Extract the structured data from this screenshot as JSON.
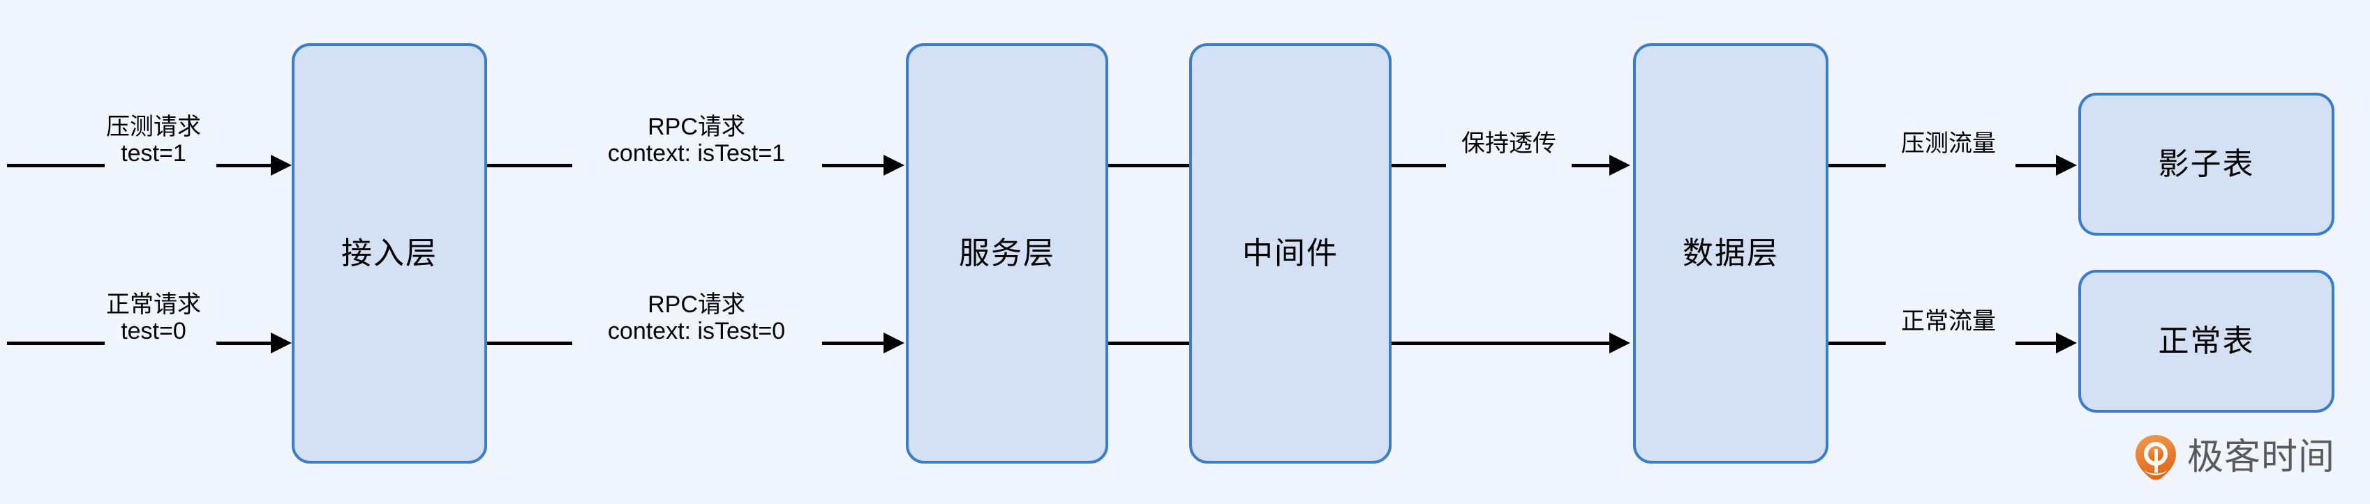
{
  "canvas": {
    "background_color": "#f0f5fe",
    "node_fill_color": "#d4e1f5",
    "node_border_color": "#3c7dc8",
    "line_color": "#000000"
  },
  "nodes": [
    {
      "id": "access",
      "label": "接入层"
    },
    {
      "id": "service",
      "label": "服务层"
    },
    {
      "id": "middleware",
      "label": "中间件"
    },
    {
      "id": "data",
      "label": "数据层"
    },
    {
      "id": "shadow_table",
      "label": "影子表"
    },
    {
      "id": "normal_table",
      "label": "正常表"
    }
  ],
  "edges": [
    {
      "id": "in-test",
      "line1": "压测请求",
      "line2": "test=1"
    },
    {
      "id": "in-normal",
      "line1": "正常请求",
      "line2": "test=0"
    },
    {
      "id": "rpc-test",
      "line1": "RPC请求",
      "line2": "context: isTest=1"
    },
    {
      "id": "rpc-normal",
      "line1": "RPC请求",
      "line2": "context: isTest=0"
    },
    {
      "id": "svc-mid-test",
      "line1": "",
      "line2": ""
    },
    {
      "id": "svc-mid-normal",
      "line1": "",
      "line2": ""
    },
    {
      "id": "mid-data-test",
      "line1": "保持透传",
      "line2": ""
    },
    {
      "id": "mid-data-normal",
      "line1": "",
      "line2": ""
    },
    {
      "id": "data-shadow",
      "line1": "压测流量",
      "line2": ""
    },
    {
      "id": "data-normal",
      "line1": "正常流量",
      "line2": ""
    }
  ],
  "watermark": {
    "brand": "极客时间",
    "mark_color_start": "#f08a3c",
    "mark_color_end": "#e06a1e",
    "text_color": "#5a5a5a"
  }
}
